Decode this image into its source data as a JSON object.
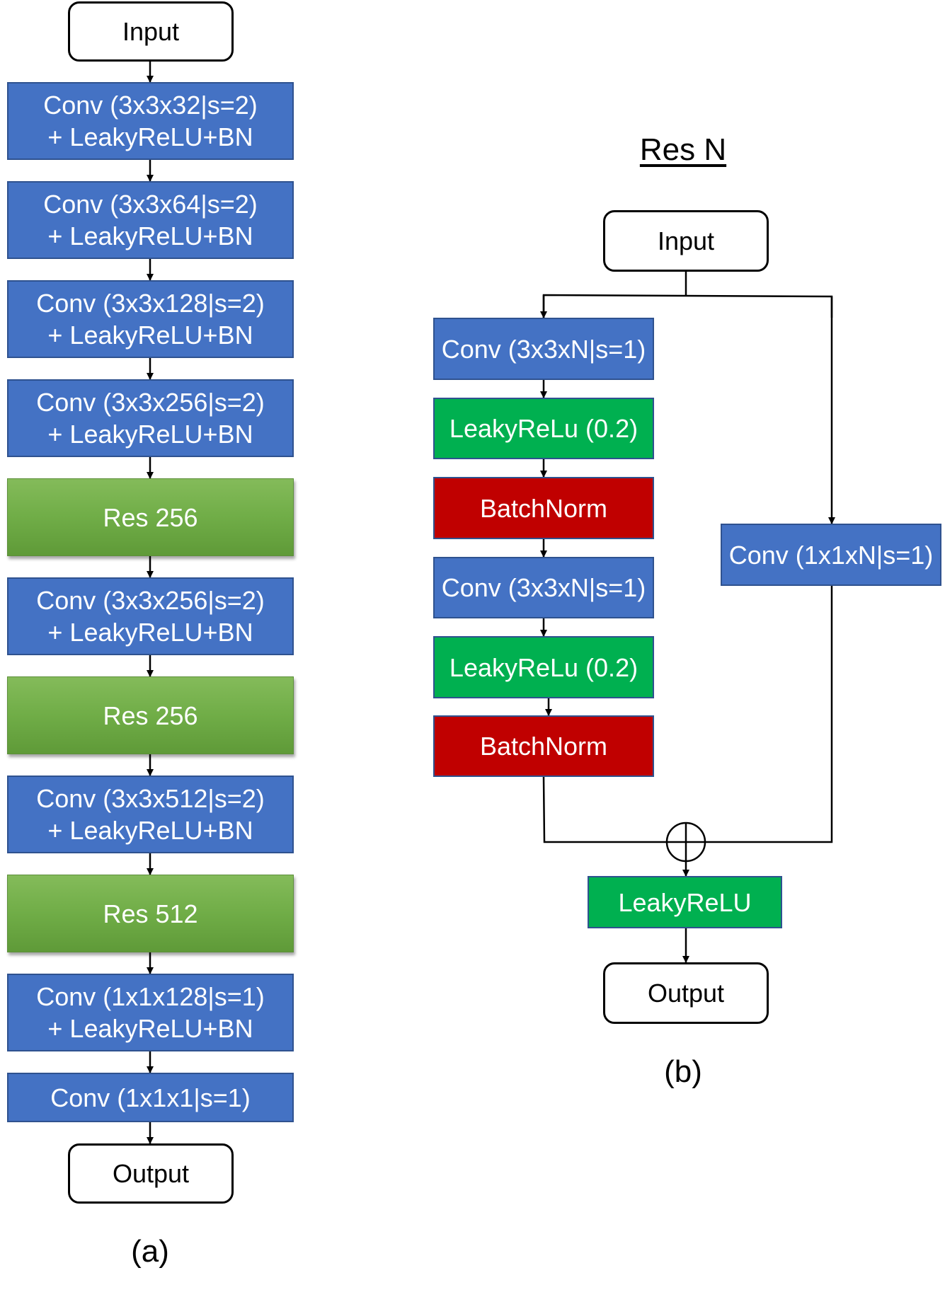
{
  "diagram_a": {
    "caption": "(a)",
    "input": "Input",
    "output": "Output",
    "blocks": [
      {
        "line1": "Conv (3x3x32|s=2)",
        "line2": "+ LeakyReLU+BN"
      },
      {
        "line1": "Conv (3x3x64|s=2)",
        "line2": "+ LeakyReLU+BN"
      },
      {
        "line1": "Conv (3x3x128|s=2)",
        "line2": "+ LeakyReLU+BN"
      },
      {
        "line1": "Conv (3x3x256|s=2)",
        "line2": "+ LeakyReLU+BN"
      },
      {
        "line1": "Res 256"
      },
      {
        "line1": "Conv (3x3x256|s=2)",
        "line2": "+ LeakyReLU+BN"
      },
      {
        "line1": "Res 256"
      },
      {
        "line1": "Conv (3x3x512|s=2)",
        "line2": "+ LeakyReLU+BN"
      },
      {
        "line1": "Res 512"
      },
      {
        "line1": "Conv (1x1x128|s=1)",
        "line2": "+ LeakyReLU+BN"
      },
      {
        "line1": "Conv (1x1x1|s=1)"
      }
    ]
  },
  "diagram_b": {
    "title": "Res N",
    "caption": "(b)",
    "input": "Input",
    "output": "Output",
    "main_path": [
      "Conv (3x3xN|s=1)",
      "LeakyReLu (0.2)",
      "BatchNorm",
      "Conv (3x3xN|s=1)",
      "LeakyReLu (0.2)",
      "BatchNorm"
    ],
    "skip_conv": "Conv (1x1xN|s=1)",
    "final_activation": "LeakyReLU"
  },
  "colors": {
    "conv_blue": "#4472c4",
    "res_green": "#70ad47",
    "activation_green": "#00b050",
    "batchnorm_red": "#c00000"
  }
}
